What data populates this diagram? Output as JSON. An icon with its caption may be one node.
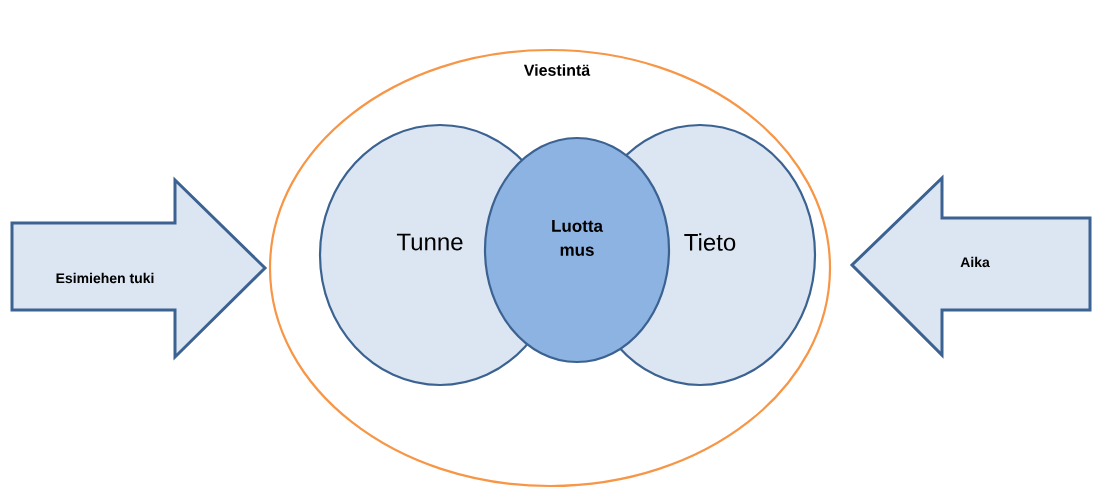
{
  "diagram": {
    "nodes": [
      {
        "text": [
          "Esimiehen tuki"
        ]
      },
      {
        "text": [
          "Viestintä"
        ]
      },
      {
        "text": [
          "Tunne"
        ],
        "in": 1
      },
      {
        "text": [
          "Luotta mus"
        ],
        "in": 1
      },
      {
        "text": [
          "Tieto"
        ],
        "in": 1
      },
      {
        "text": [
          "Aika"
        ]
      }
    ]
  }
}
